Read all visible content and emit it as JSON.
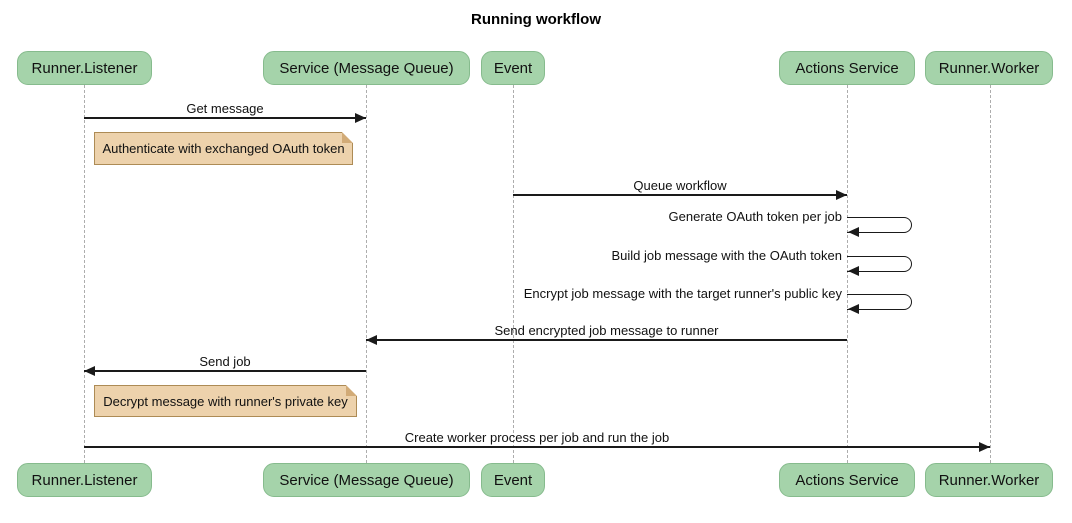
{
  "title": "Running workflow",
  "actors": [
    {
      "label": "Runner.Listener"
    },
    {
      "label": "Service (Message Queue)"
    },
    {
      "label": "Event"
    },
    {
      "label": "Actions Service"
    },
    {
      "label": "Runner.Worker"
    }
  ],
  "messages": [
    {
      "label": "Get message",
      "from": "Runner.Listener",
      "to": "Service (Message Queue)",
      "type": "solid"
    },
    {
      "label": "Queue workflow",
      "from": "Event",
      "to": "Actions Service",
      "type": "solid"
    },
    {
      "label": "Generate OAuth token per job",
      "from": "Actions Service",
      "to": "Actions Service",
      "type": "self"
    },
    {
      "label": "Build job message with the OAuth token",
      "from": "Actions Service",
      "to": "Actions Service",
      "type": "self"
    },
    {
      "label": "Encrypt job message with the target runner's public key",
      "from": "Actions Service",
      "to": "Actions Service",
      "type": "self"
    },
    {
      "label": "Send encrypted job message to runner",
      "from": "Actions Service",
      "to": "Service (Message Queue)",
      "type": "solid"
    },
    {
      "label": "Send job",
      "from": "Service (Message Queue)",
      "to": "Runner.Listener",
      "type": "solid"
    },
    {
      "label": "Create worker process per job and run the job",
      "from": "Runner.Listener",
      "to": "Runner.Worker",
      "type": "solid"
    }
  ],
  "notes": [
    {
      "text": "Authenticate with exchanged OAuth token",
      "anchor": "Runner.Listener"
    },
    {
      "text": "Decrypt message with runner's private key",
      "anchor": "Runner.Listener"
    }
  ],
  "colors": {
    "actor_fill": "#a5d3aa",
    "actor_border": "#86bb8d",
    "note_fill": "#edd2ac",
    "note_border": "#ad8b55",
    "line": "#1a1a1a",
    "lifeline": "#adadad",
    "background": "#ffffff"
  }
}
